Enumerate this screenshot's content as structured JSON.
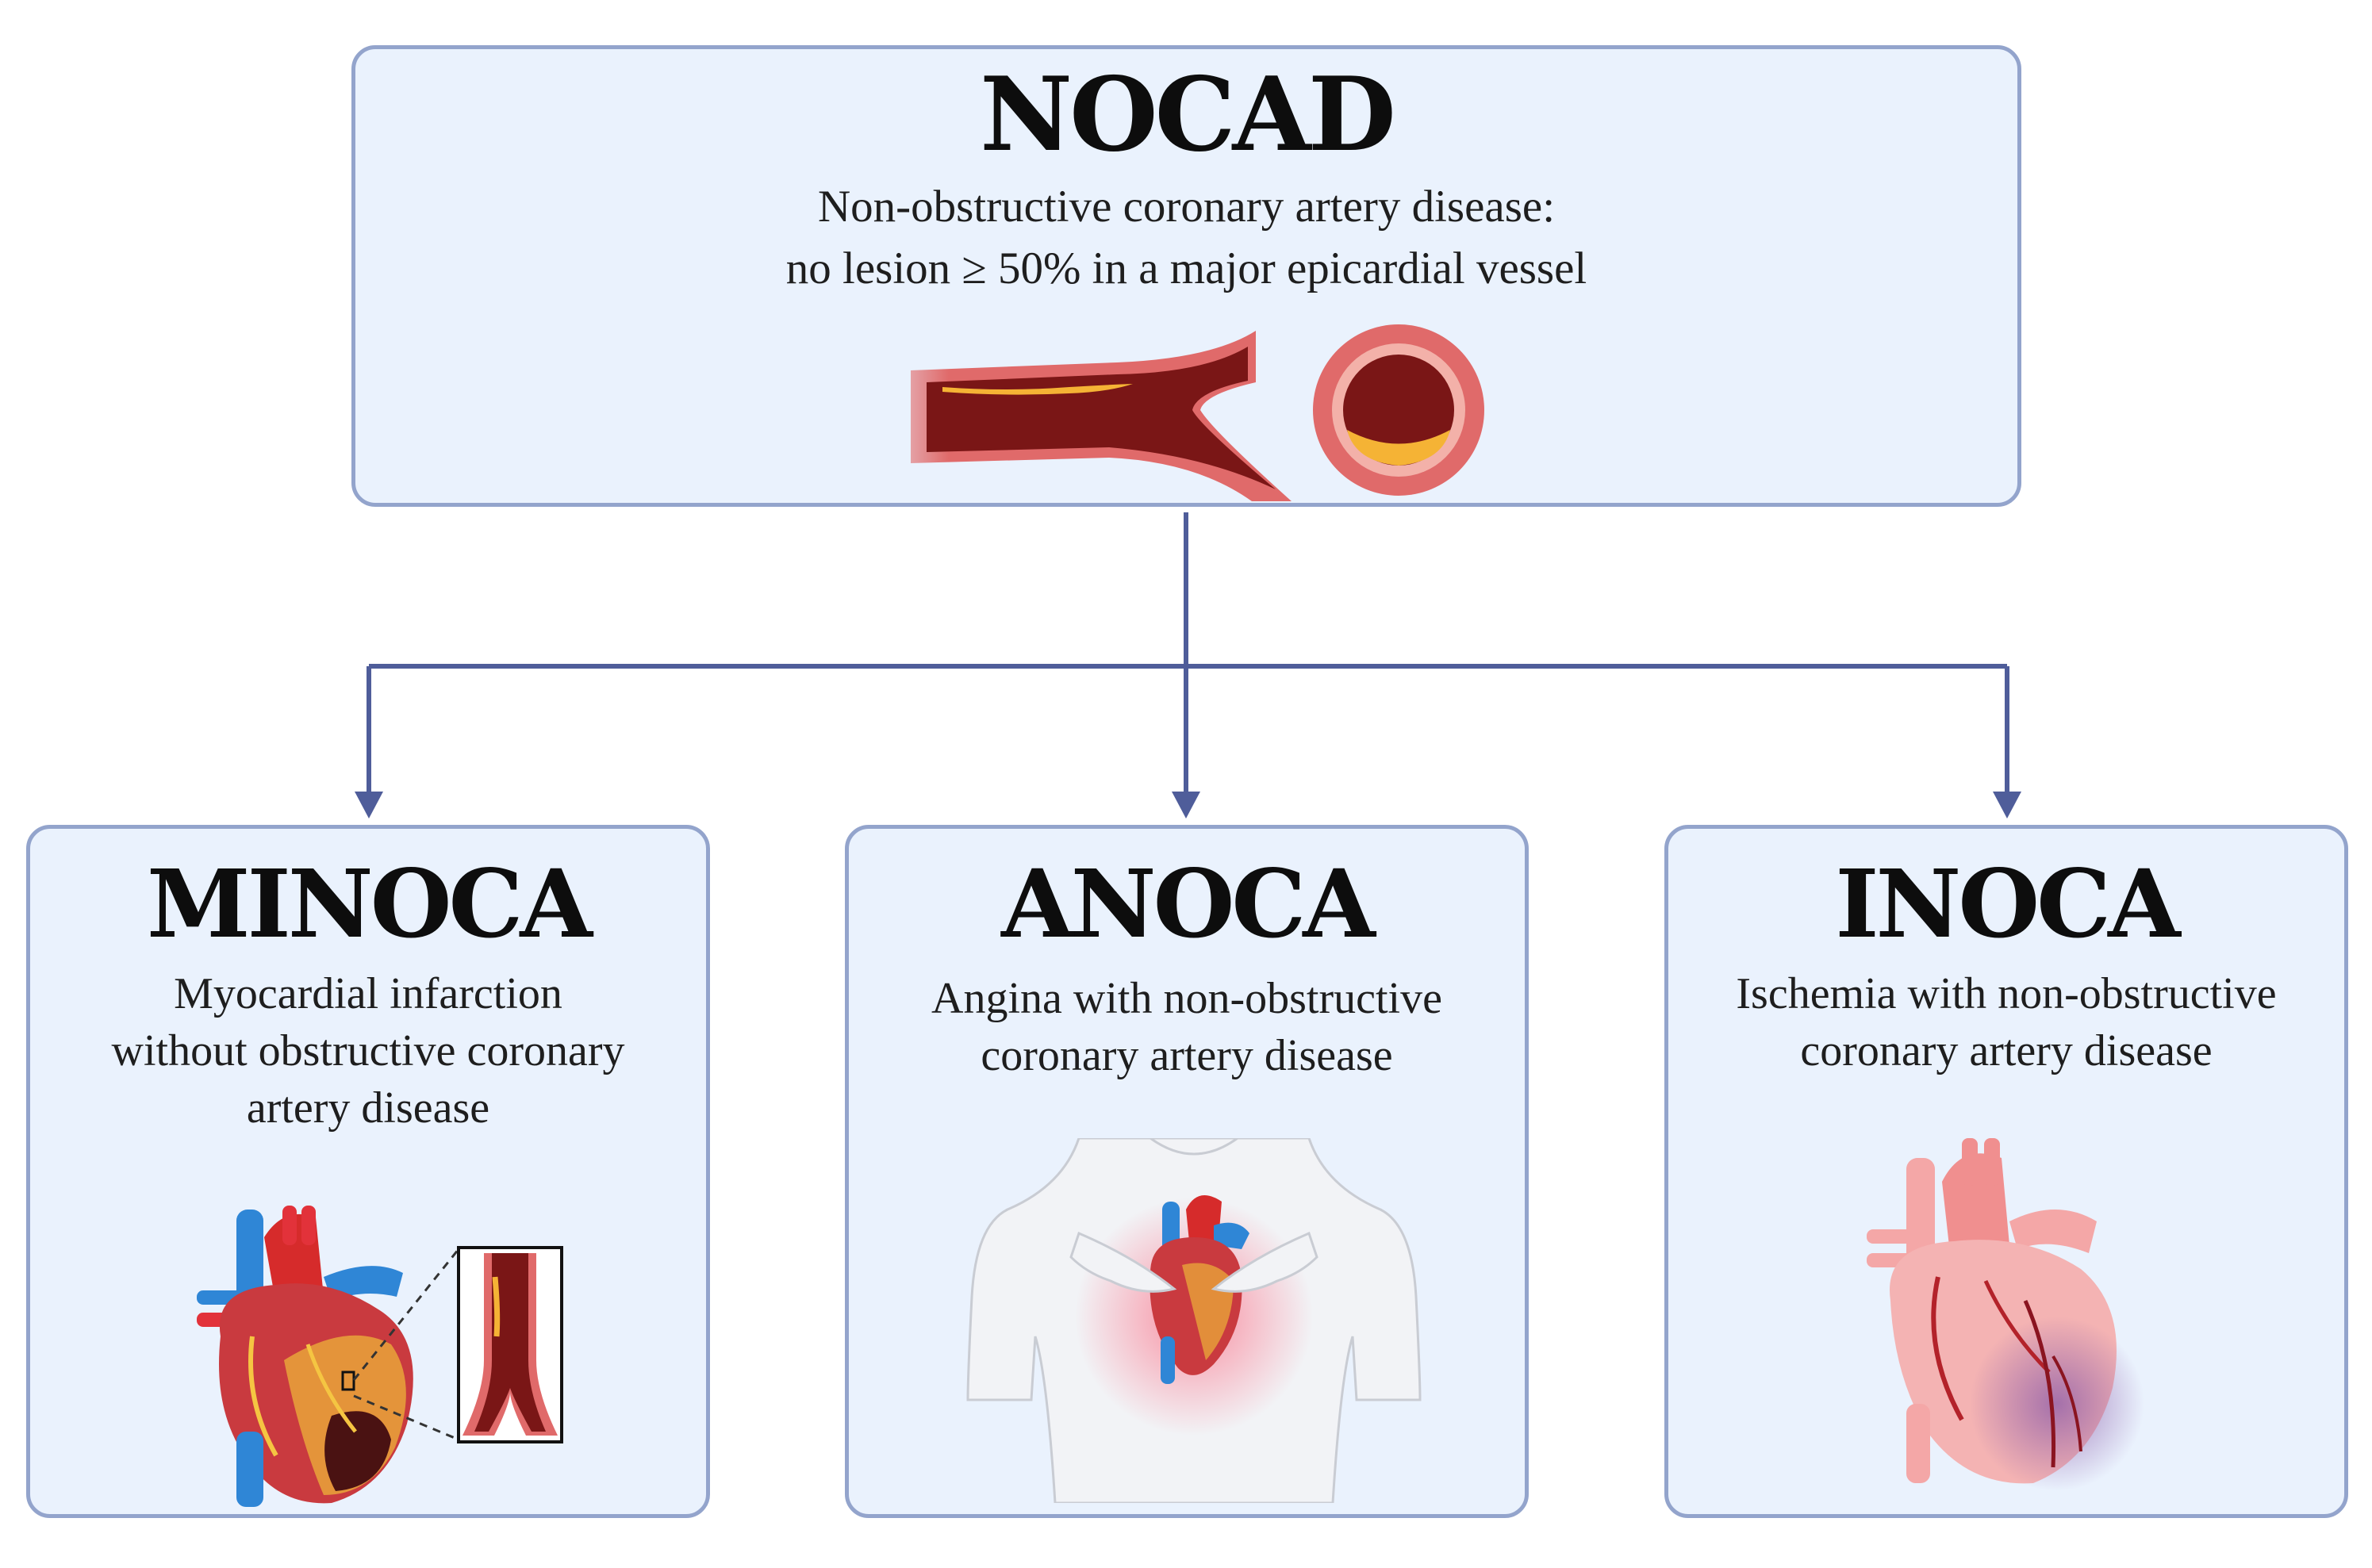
{
  "top": {
    "title": "NOCAD",
    "subtitle_lines": [
      "Non-obstructive coronary artery disease:",
      "no lesion ≥ 50% in a major epicardial vessel"
    ]
  },
  "categories": [
    {
      "title": "MINOCA",
      "lines": [
        "Myocardial infarction",
        "without obstructive coronary",
        "artery disease"
      ]
    },
    {
      "title": "ANOCA",
      "lines": [
        "Angina with non-obstructive",
        "coronary artery disease"
      ]
    },
    {
      "title": "INOCA",
      "lines": [
        "Ischemia with non-obstructive",
        "coronary artery disease"
      ]
    }
  ],
  "colors": {
    "box_fill": "#eaf2fd",
    "box_border": "#93a4cc",
    "arrow": "#4f5d9a",
    "vessel_wall": "#e06a6a",
    "vessel_lumen": "#7a1616",
    "plaque": "#f5b335"
  },
  "icons": [
    "artery-plaque-icon",
    "artery-cross-section-icon",
    "heart-infarct-icon",
    "vessel-zoom-icon",
    "chest-heart-icon",
    "pale-heart-icon"
  ]
}
